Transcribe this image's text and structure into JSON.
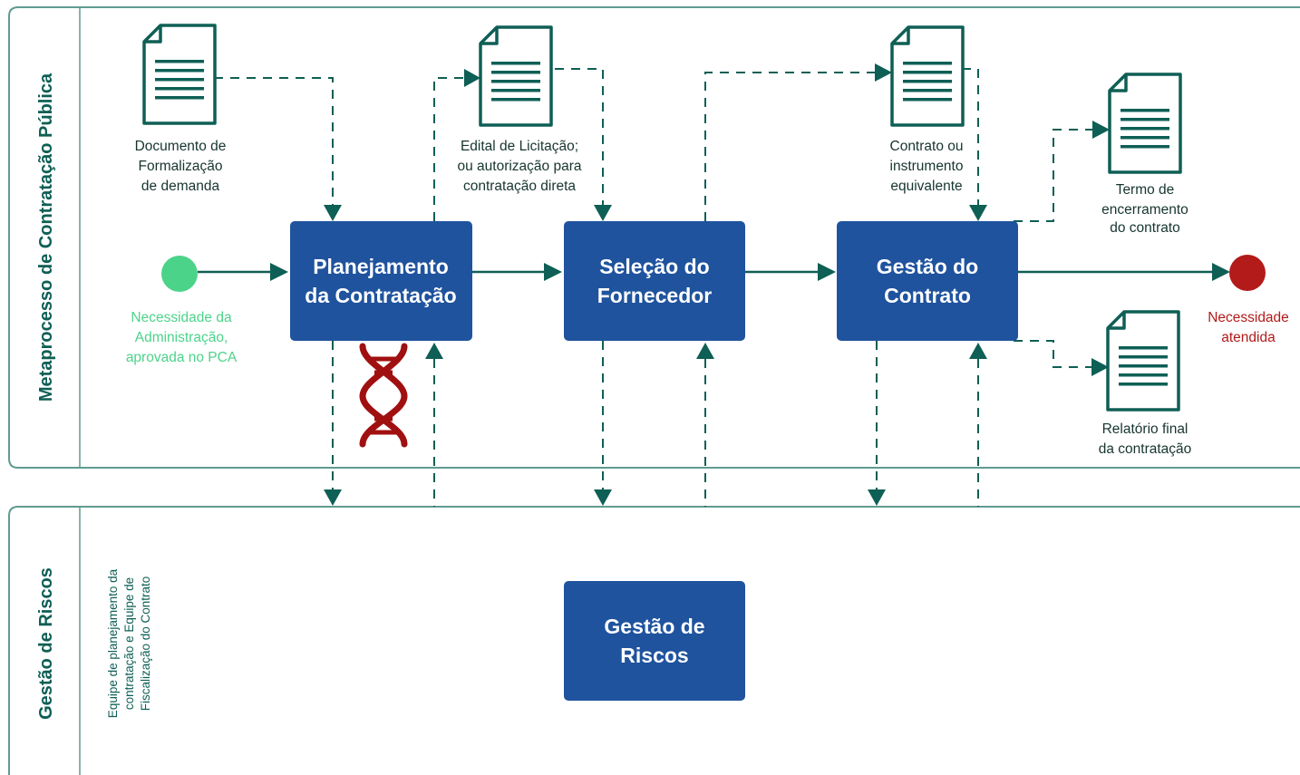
{
  "lanes": {
    "top": {
      "title": "Metaprocesso de Contratação Pública"
    },
    "bottom": {
      "title": "Gestão de Riscos",
      "role_lines": [
        "Equipe de planejamento da",
        "contratação e Equipe de",
        "Fiscalização do Contrato"
      ]
    }
  },
  "start": {
    "lines": [
      "Necessidade da",
      "Administração,",
      "aprovada no PCA"
    ],
    "color": "#4cd38a"
  },
  "end": {
    "lines": [
      "Necessidade",
      "atendida"
    ],
    "color": "#b31a1a"
  },
  "processes": {
    "planejamento": {
      "lines": [
        "Planejamento",
        "da Contratação"
      ]
    },
    "selecao": {
      "lines": [
        "Seleção do",
        "Fornecedor"
      ]
    },
    "gestao_contrato": {
      "lines": [
        "Gestão do",
        "Contrato"
      ]
    },
    "gestao_riscos": {
      "lines": [
        "Gestão de",
        "Riscos"
      ]
    }
  },
  "documents": {
    "dfd": {
      "lines": [
        "Documento de",
        "Formalização",
        "de demanda"
      ]
    },
    "edital": {
      "lines": [
        "Edital de Licitação;",
        "ou autorização para",
        "contratação direta"
      ]
    },
    "contrato": {
      "lines": [
        "Contrato ou",
        "instrumento",
        "equivalente"
      ]
    },
    "termo": {
      "lines": [
        "Termo de",
        "encerramento",
        "do contrato"
      ]
    },
    "relatorio": {
      "lines": [
        "Relatório final",
        "da contratação"
      ]
    }
  },
  "icons": {
    "document": "document-icon",
    "dna": "dna-icon"
  },
  "colors": {
    "box": "#1f539e",
    "accent": "#0e5f55",
    "lane_border": "#5f9c90",
    "dna": "#a01010"
  }
}
